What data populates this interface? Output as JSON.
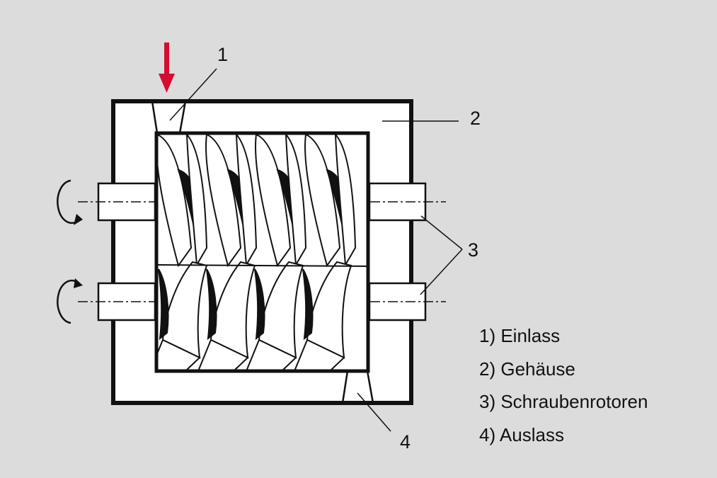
{
  "callouts": {
    "inlet": "1",
    "housing": "2",
    "rotors": "3",
    "outlet": "4"
  },
  "legend": [
    "1) Einlass",
    "2) Gehäuse",
    "3) Schraubenrotoren",
    "4) Auslass"
  ],
  "colors": {
    "background": "#dcdcdc",
    "inlet_arrow": "#d40e2f",
    "line": "#111111",
    "fill": "#ffffff"
  }
}
